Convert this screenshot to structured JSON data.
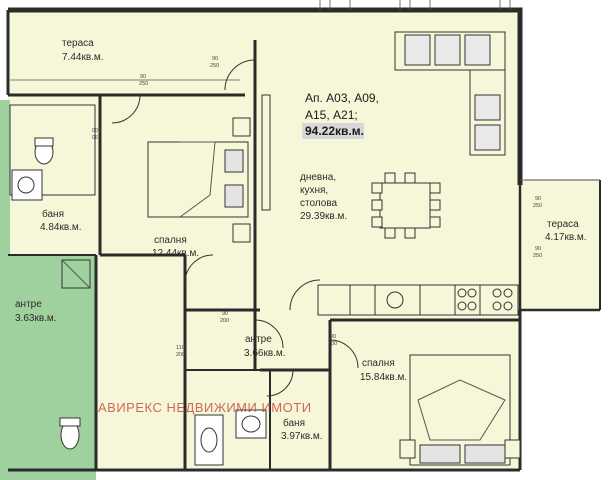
{
  "apartment": {
    "label_line1": "Ап. А03, А09,",
    "label_line2": "А15, А21;",
    "area": "94.22кв.м."
  },
  "rooms": {
    "terrace_top": {
      "name": "тераса",
      "area": "7.44кв.м."
    },
    "bathroom_left": {
      "name": "баня",
      "area": "4.84кв.м."
    },
    "bedroom_left": {
      "name": "спалня",
      "area": "12.44кв.м."
    },
    "living": {
      "name_line1": "дневна,",
      "name_line2": "кухня,",
      "name_line3": "столова",
      "area": "29.39кв.м."
    },
    "terrace_right": {
      "name": "тераса",
      "area": "4.17кв.м."
    },
    "hall_neighbor": {
      "name": "антре",
      "area": "3.63кв.м."
    },
    "hall": {
      "name": "антре",
      "area": "3.66кв.м."
    },
    "bedroom_right": {
      "name": "спалня",
      "area": "15.84кв.м."
    },
    "bathroom_bottom": {
      "name": "баня",
      "area": "3.97кв.м."
    }
  },
  "watermark": "АВИРЕКС НЕДВИЖИМИ ИМОТИ",
  "colors": {
    "apartment_fill": "#f6f7d8",
    "neighbor_fill": "#9fd19f",
    "wall": "#2b2b2b",
    "watermark": "#c0392b"
  }
}
